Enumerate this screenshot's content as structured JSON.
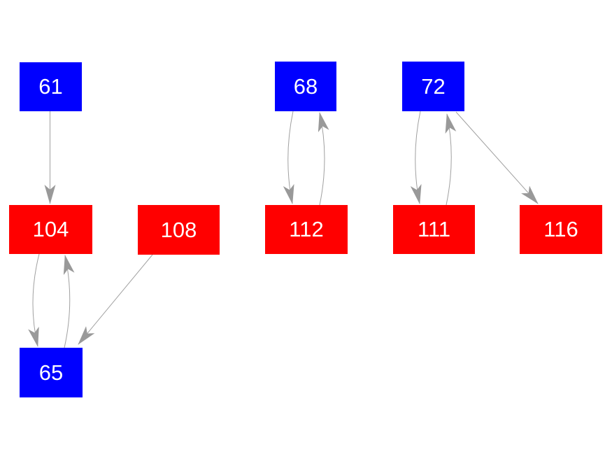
{
  "diagram": {
    "type": "directed-graph",
    "background_color": "#ffffff",
    "edge_color": "#a0a0a0",
    "arrowhead_color": "#999999",
    "node_text_color": "#ffffff",
    "node_colors": {
      "blue": "#0000ff",
      "red": "#ff0000"
    },
    "nodes": [
      {
        "label": "61",
        "color": "blue"
      },
      {
        "label": "104",
        "color": "red"
      },
      {
        "label": "108",
        "color": "red"
      },
      {
        "label": "65",
        "color": "blue"
      },
      {
        "label": "68",
        "color": "blue"
      },
      {
        "label": "112",
        "color": "red"
      },
      {
        "label": "72",
        "color": "blue"
      },
      {
        "label": "111",
        "color": "red"
      },
      {
        "label": "116",
        "color": "red"
      }
    ],
    "edges": [
      {
        "from": "61",
        "to": "104"
      },
      {
        "from": "104",
        "to": "65"
      },
      {
        "from": "65",
        "to": "104"
      },
      {
        "from": "108",
        "to": "65"
      },
      {
        "from": "68",
        "to": "112"
      },
      {
        "from": "112",
        "to": "68"
      },
      {
        "from": "72",
        "to": "111"
      },
      {
        "from": "111",
        "to": "72"
      },
      {
        "from": "72",
        "to": "116"
      }
    ]
  }
}
